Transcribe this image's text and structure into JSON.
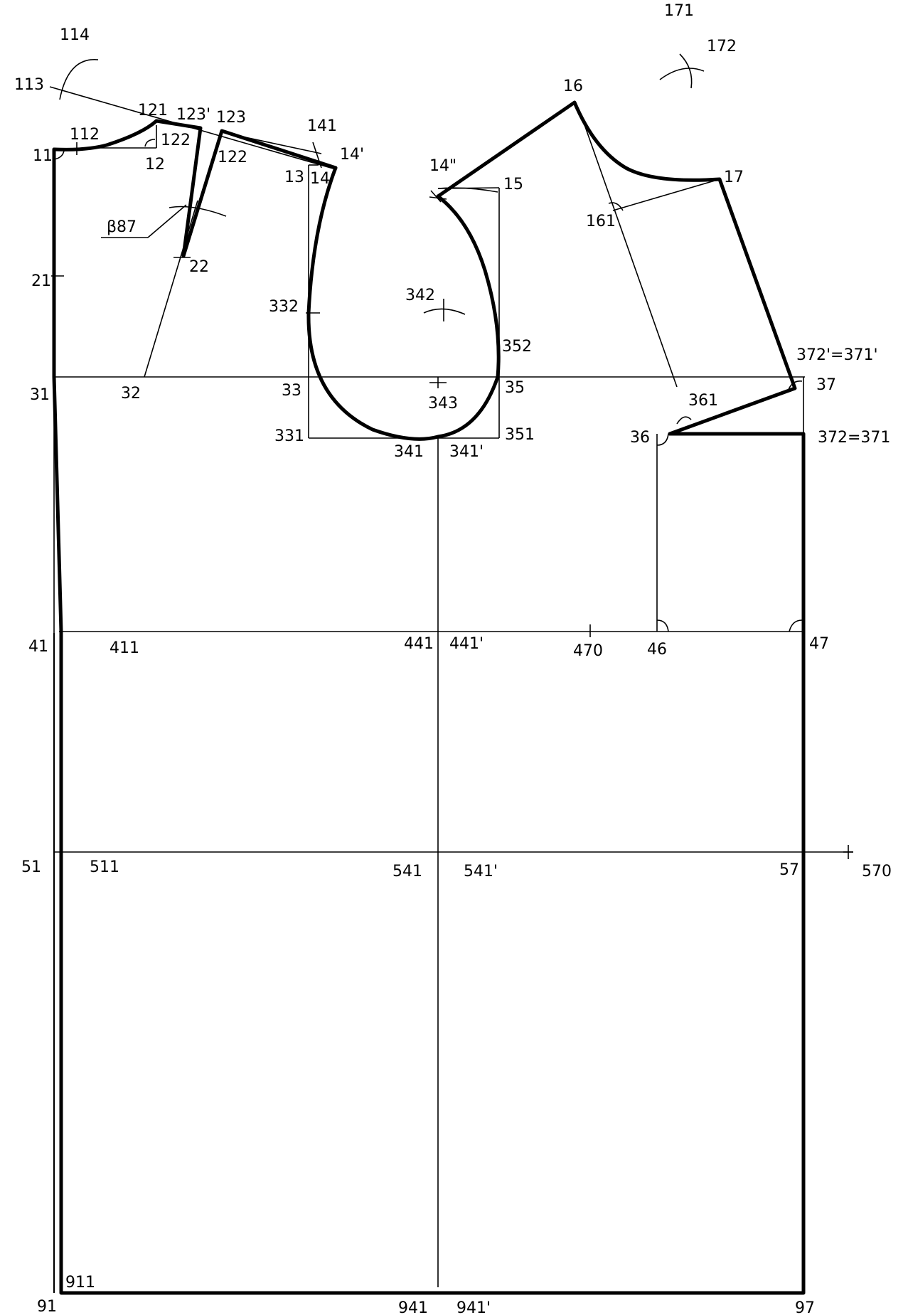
{
  "diagram": {
    "point_labels": [
      "114",
      "113",
      "121",
      "123'",
      "123",
      "112",
      "11",
      "122",
      "12",
      "122",
      "141",
      "14'",
      "13",
      "14",
      "171",
      "172",
      "16",
      "14\"",
      "15",
      "17",
      "161",
      "β87",
      "22",
      "21",
      "342",
      "332",
      "352",
      "372'=371'",
      "31",
      "32",
      "33",
      "35",
      "343",
      "37",
      "361",
      "331",
      "351",
      "36",
      "372=371",
      "341",
      "341'",
      "41",
      "411",
      "441",
      "441'",
      "470",
      "46",
      "47",
      "51",
      "511",
      "541",
      "541'",
      "57",
      "570",
      "911",
      "91",
      "941",
      "941'",
      "97"
    ]
  }
}
